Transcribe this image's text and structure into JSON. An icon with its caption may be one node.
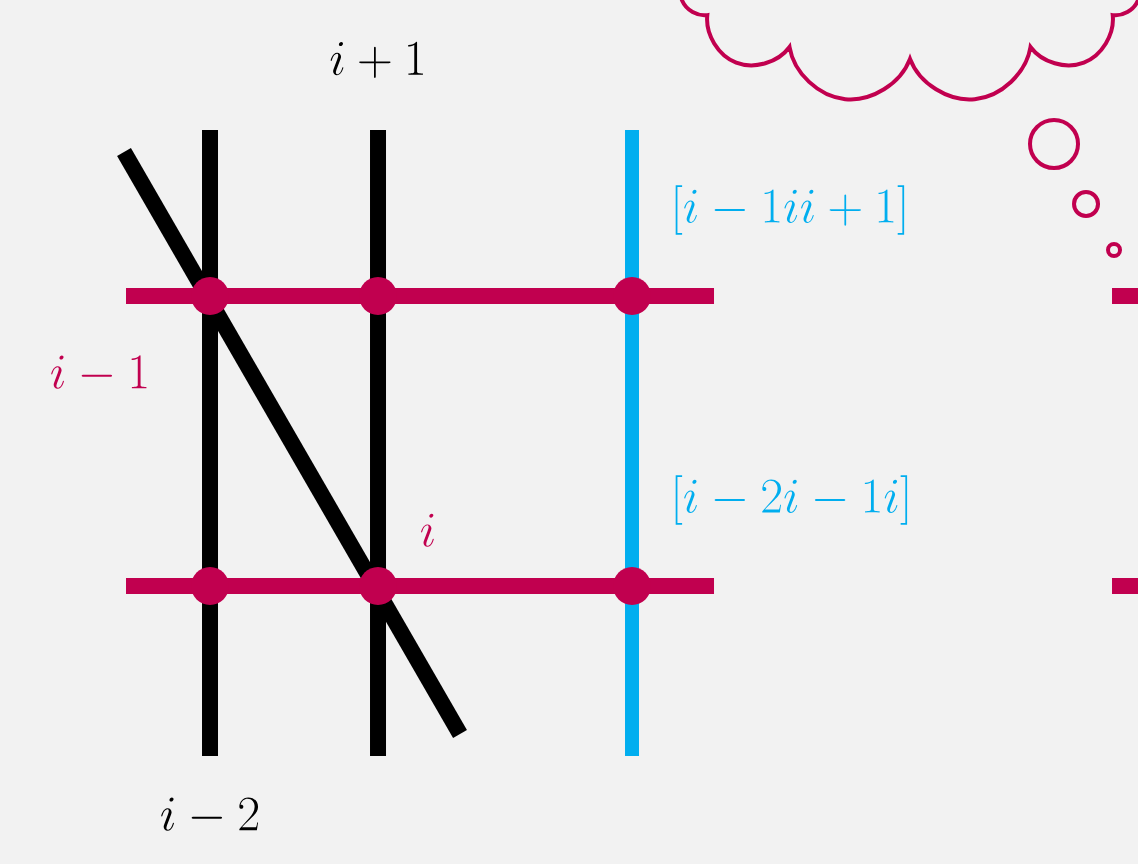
{
  "diagram": {
    "labels": [
      "i+1",
      "i-1",
      "i",
      "i-2",
      "[i-1ii+1]",
      "[i-2i-1i]"
    ]
  }
}
